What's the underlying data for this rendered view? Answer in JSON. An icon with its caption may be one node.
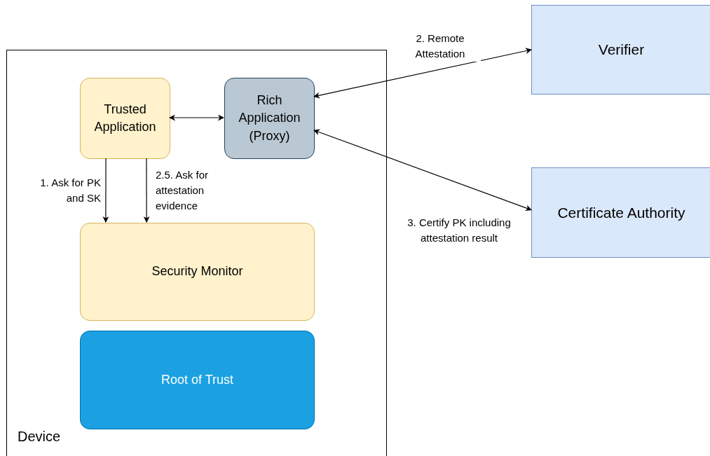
{
  "diagram": {
    "nodes": [
      {
        "text": [
          "Device"
        ]
      },
      {
        "text": [
          "Trusted Application"
        ],
        "in": 0
      },
      {
        "text": [
          "Rich Application (Proxy)"
        ],
        "in": 0
      },
      {
        "text": [
          "Security Monitor"
        ],
        "in": 0
      },
      {
        "text": [
          "Root of Trust"
        ],
        "in": 0
      },
      {
        "text": [
          "Verifier"
        ]
      },
      {
        "text": [
          "Certificate Authority"
        ]
      }
    ],
    "edges": [
      {
        "from": 1,
        "to": 2,
        "arrow": "both"
      },
      {
        "from": 1,
        "to": 3,
        "arrow": "to",
        "label": "1. Ask for PK and SK"
      },
      {
        "from": 1,
        "to": 3,
        "arrow": "to",
        "label": "2.5. Ask for attestation evidence"
      },
      {
        "from": 2,
        "to": 5,
        "arrow": "both",
        "label": "2. Remote Attestation"
      },
      {
        "from": 2,
        "to": 6,
        "arrow": "both",
        "label": "3. Certify PK including attestation result"
      }
    ]
  }
}
